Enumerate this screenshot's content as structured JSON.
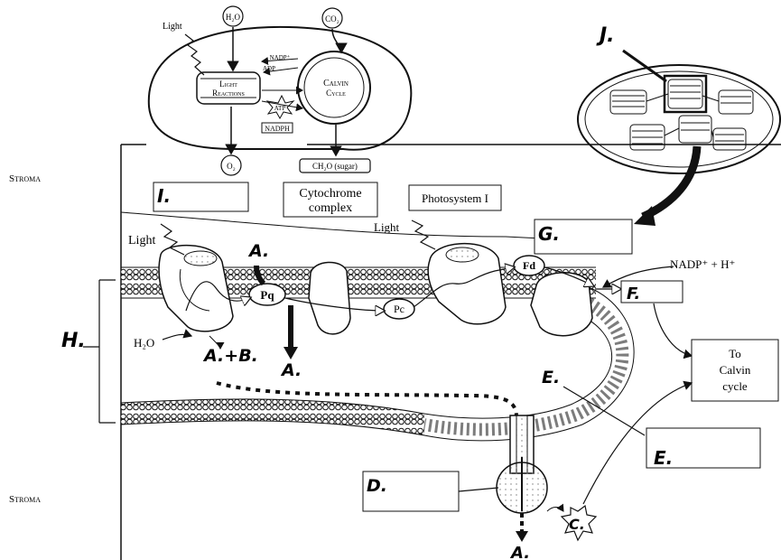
{
  "labels": {
    "stroma_top": "Stroma",
    "stroma_bottom": "Stroma",
    "light_left": "Light",
    "light_center": "Light",
    "light_inset": "Light",
    "cytochrome_line1": "Cytochrome",
    "cytochrome_line2": "complex",
    "photosystem1": "Photosystem I",
    "nadp_h": "NADP⁺ + H⁺",
    "to_calvin_line1": "To",
    "to_calvin_line2": "Calvin",
    "to_calvin_line3": "cycle",
    "h2o_membrane": "H₂O",
    "pq": "Pq",
    "pc": "Pc",
    "fd": "Fd"
  },
  "inset": {
    "h2o": "H₂O",
    "co2": "CO₂",
    "o2": "O₂",
    "sugar": "CH₂O (sugar)",
    "light_reactions_line1": "Light",
    "light_reactions_line2": "Reactions",
    "calvin_line1": "Calvin",
    "calvin_line2": "Cycle",
    "nadp": "NADP⁺",
    "adp": "ADP",
    "atp": "ATP",
    "nadph": "NADPH"
  },
  "handwritten": {
    "I": "I.",
    "G": "G.",
    "A_top": "A.",
    "A_middle": "A.",
    "A_bottom": "A.",
    "A_plus_B": "A.+B.",
    "H": "H.",
    "E_marker": "E.",
    "E_box": "E.",
    "F": "F.",
    "D": "D.",
    "C": "C.",
    "J": "J."
  },
  "colors": {
    "ink": "#111111",
    "paper": "#ffffff"
  }
}
